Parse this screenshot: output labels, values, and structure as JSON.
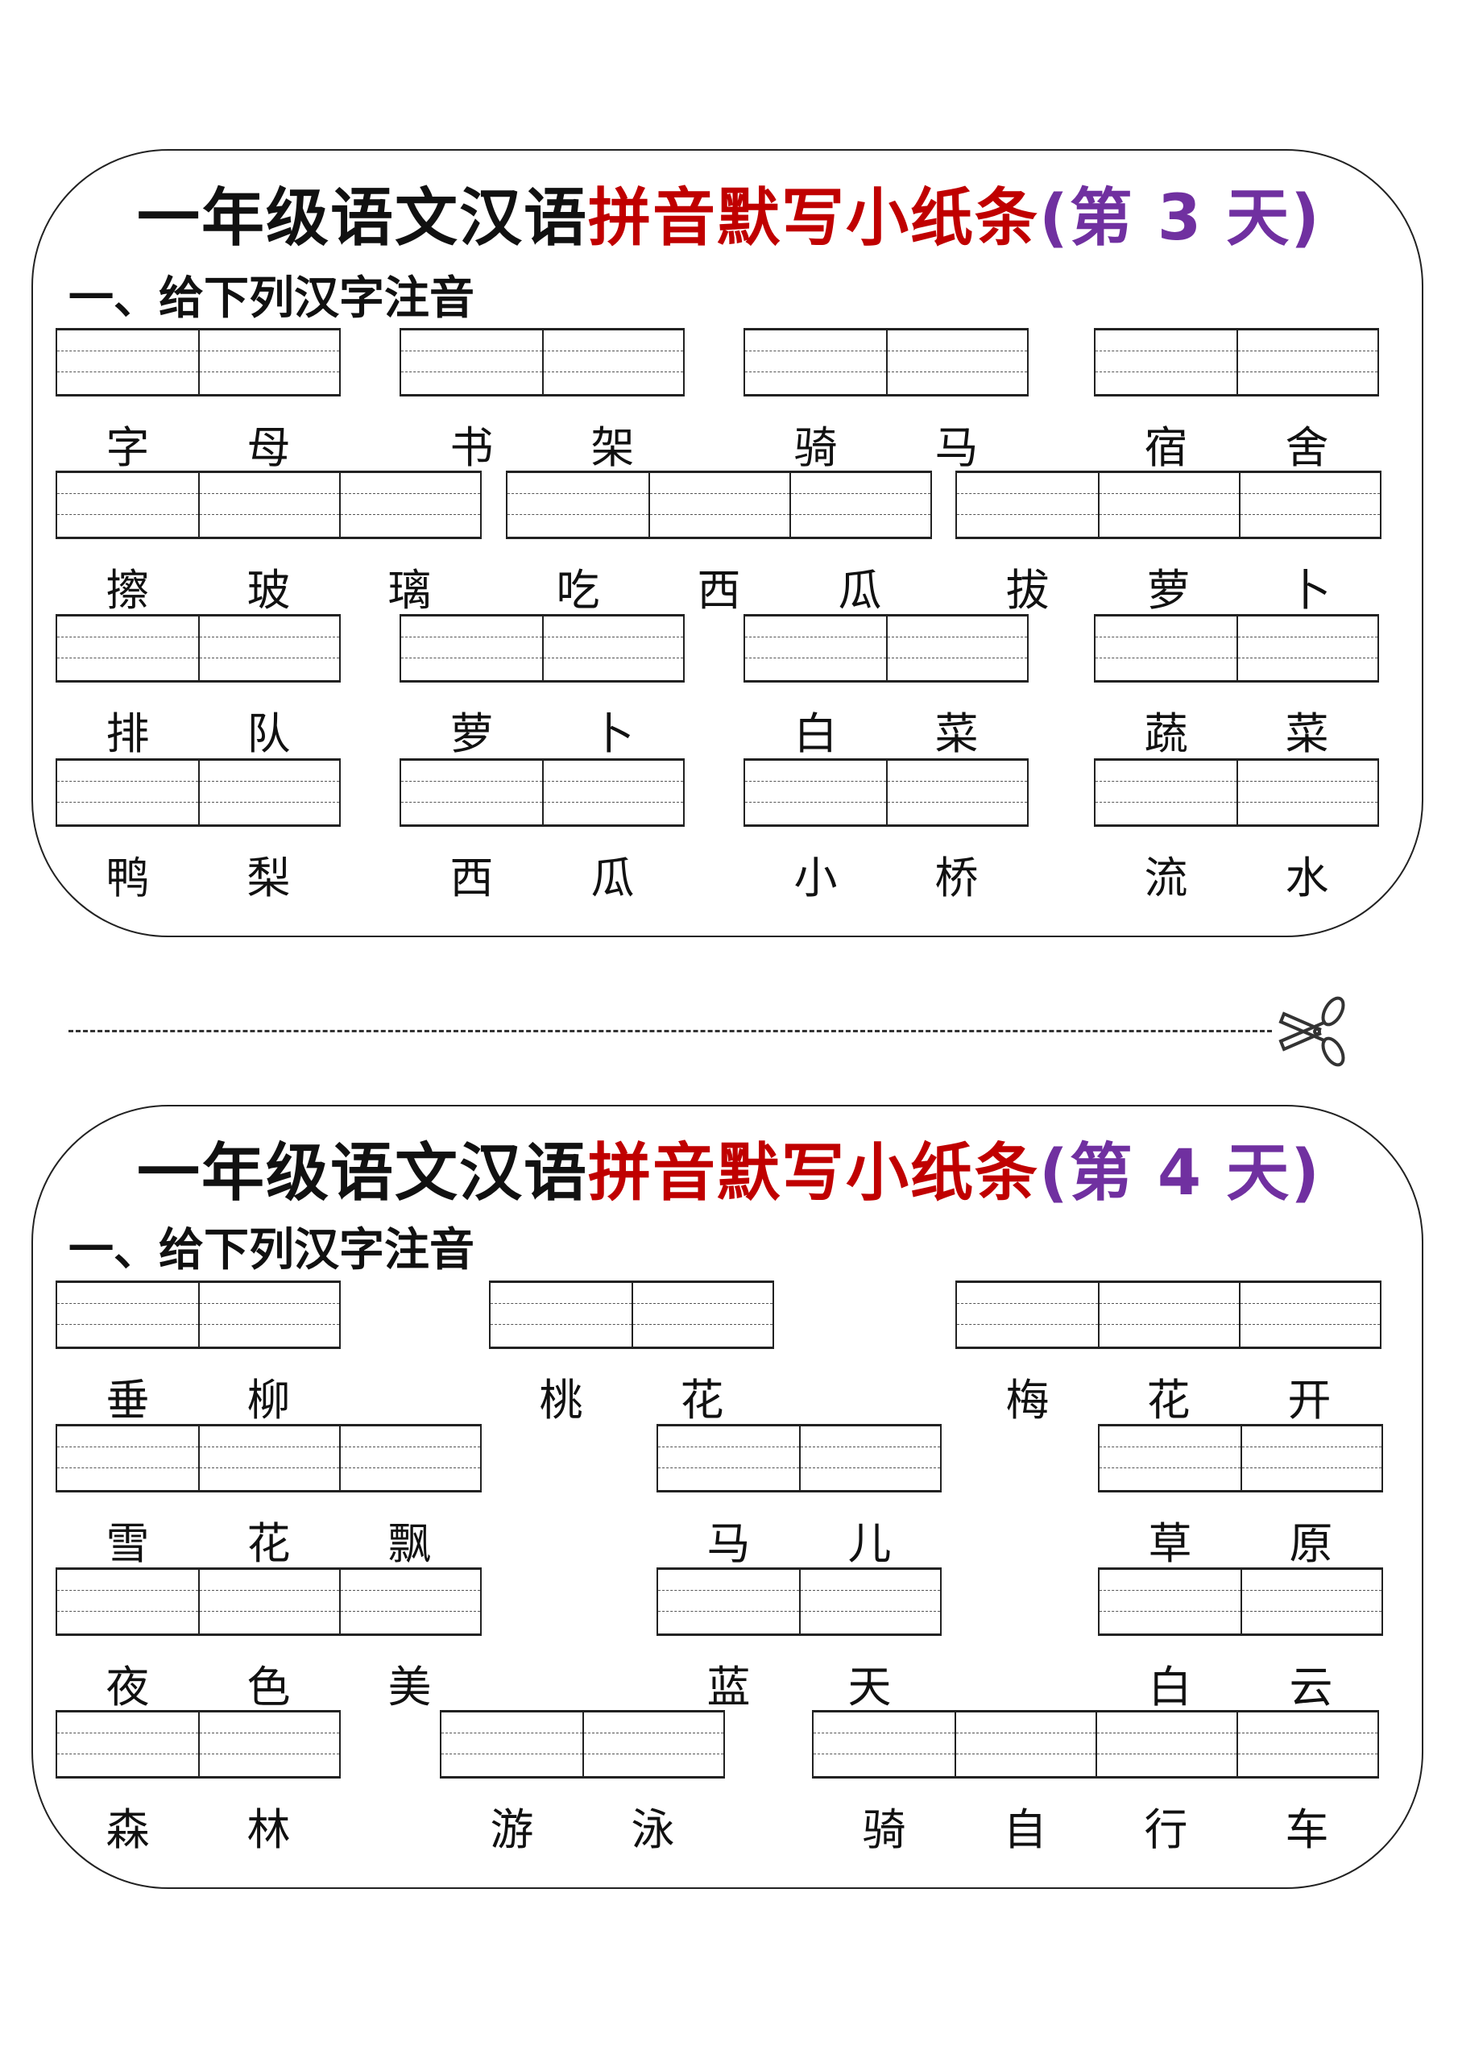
{
  "colors": {
    "title_black": "#111111",
    "title_red": "#c00000",
    "title_purple": "#7030a0"
  },
  "cards": [
    {
      "title_part1": "一年级语文汉语",
      "title_part2": "拼音默写小纸条",
      "title_part3": "(第 3 天)",
      "subtitle": "一、给下列汉字注音",
      "rows": [
        [
          [
            "字",
            "母"
          ],
          [
            "书",
            "架"
          ],
          [
            "骑",
            "马"
          ],
          [
            "宿",
            "舍"
          ]
        ],
        [
          [
            "擦",
            "玻",
            "璃"
          ],
          [
            "吃",
            "西",
            "瓜"
          ],
          [
            "拔",
            "萝",
            "卜"
          ]
        ],
        [
          [
            "排",
            "队"
          ],
          [
            "萝",
            "卜"
          ],
          [
            "白",
            "菜"
          ],
          [
            "蔬",
            "菜"
          ]
        ],
        [
          [
            "鸭",
            "梨"
          ],
          [
            "西",
            "瓜"
          ],
          [
            "小",
            "桥"
          ],
          [
            "流",
            "水"
          ]
        ]
      ]
    },
    {
      "title_part1": "一年级语文汉语",
      "title_part2": "拼音默写小纸条",
      "title_part3": "(第 4 天)",
      "subtitle": "一、给下列汉字注音",
      "rows": [
        [
          [
            "垂",
            "柳"
          ],
          [
            "桃",
            "花"
          ],
          [
            "梅",
            "花",
            "开"
          ]
        ],
        [
          [
            "雪",
            "花",
            "飘"
          ],
          [
            "马",
            "儿"
          ],
          [
            "草",
            "原"
          ]
        ],
        [
          [
            "夜",
            "色",
            "美"
          ],
          [
            "蓝",
            "天"
          ],
          [
            "白",
            "云"
          ]
        ],
        [
          [
            "森",
            "林"
          ],
          [
            "游",
            "泳"
          ],
          [
            "骑",
            "自",
            "行",
            "车"
          ]
        ]
      ]
    }
  ],
  "cut_line": {
    "icon": "scissors-icon"
  }
}
